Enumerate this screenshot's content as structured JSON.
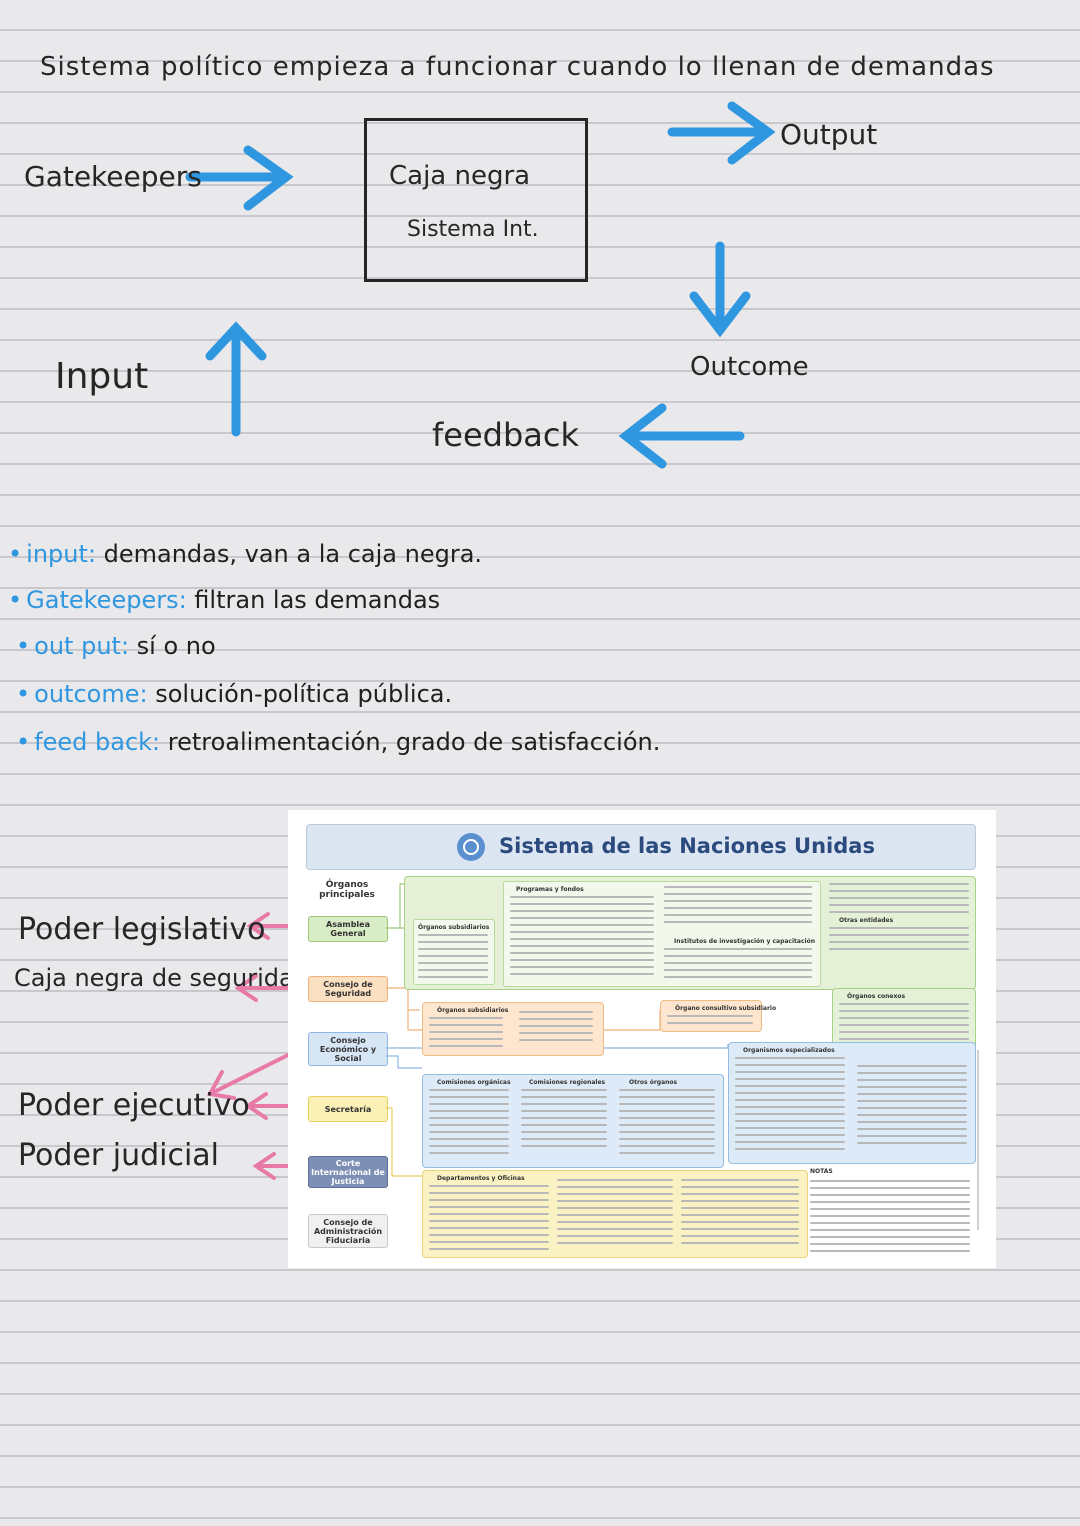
{
  "notes": {
    "heading": "Sistema político empieza a funcionar cuando lo llenan de demandas",
    "diagram": {
      "gatekeepers": "Gatekeepers",
      "box_line1": "Caja negra",
      "box_line2": "Sistema Int.",
      "output": "Output",
      "outcome": "Outcome",
      "input": "Input",
      "feedback": "feedback"
    },
    "definitions": [
      {
        "term": "input:",
        "text": " demandas, van a la caja negra."
      },
      {
        "term": "Gatekeepers:",
        "text": " filtran las demandas"
      },
      {
        "term": "out put:",
        "text": " sí o no"
      },
      {
        "term": "outcome:",
        "text": " solución-política pública."
      },
      {
        "term": "feed back:",
        "text": " retroalimentación, grado de satisfacción."
      }
    ],
    "annotations": {
      "legislativo": "Poder legislativo",
      "caja_seguridad": "Caja negra de seguridad",
      "ejecutivo": "Poder ejecutivo",
      "judicial": "Poder judicial"
    }
  },
  "un_chart": {
    "title": "Sistema de las Naciones Unidas",
    "organos_label": "Órganos principales",
    "principal_organs": [
      "Asamblea General",
      "Consejo de Seguridad",
      "Consejo Económico y Social",
      "Secretaría",
      "Corte Internacional de Justicia",
      "Consejo de Administración Fiduciaria"
    ],
    "sections": {
      "programas": "Programas y fondos",
      "subsidiarios_ag": "Órganos subsidiarios",
      "investigacion": "Institutos de investigación y capacitación",
      "otros_entidades": "Otras entidades",
      "subsidiarios_cs": "Órganos subsidiarios",
      "consultivo": "Órgano consultivo subsidiario",
      "conexos": "Órganos conexos",
      "especializados": "Organismos especializados",
      "comisiones_organicas": "Comisiones orgánicas",
      "comisiones_regionales": "Comisiones regionales",
      "otros_organos": "Otros órganos",
      "departamentos": "Departamentos y Oficinas",
      "notas": "NOTAS"
    }
  },
  "colors": {
    "arrow_blue": "#2f96e0",
    "arrow_pink": "#e87aa8",
    "un_title": "#2b4a7e"
  }
}
